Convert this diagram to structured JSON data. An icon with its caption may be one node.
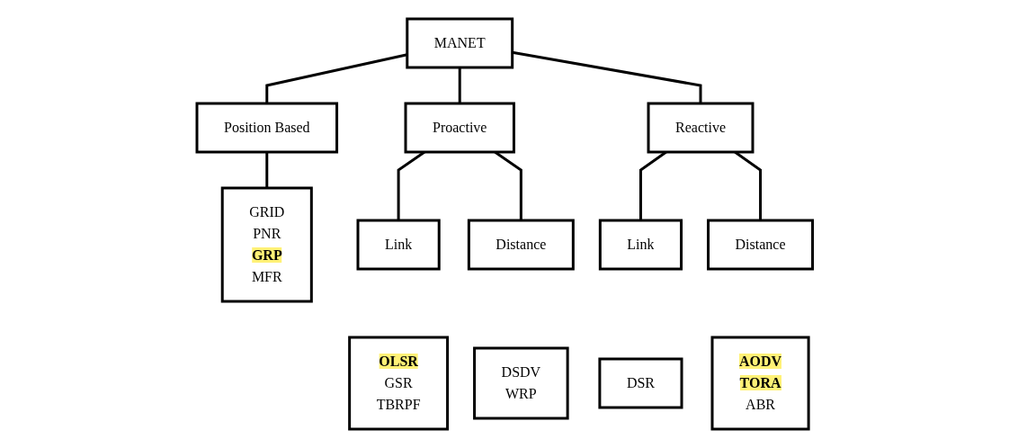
{
  "diagram": {
    "nodes": [
      {
        "text": [
          "MANET"
        ]
      },
      {
        "text": [
          "Proactive"
        ]
      },
      {
        "text": [
          "Position Based"
        ]
      },
      {
        "text": [
          "Reactive"
        ]
      },
      {
        "text": [
          "GRID",
          "PNR",
          "GRP",
          "MFR"
        ]
      },
      {
        "text": [
          "Link"
        ]
      },
      {
        "text": [
          "Distance"
        ]
      },
      {
        "text": [
          "Link"
        ]
      },
      {
        "text": [
          "Distance"
        ]
      },
      {
        "text": [
          "OLSR",
          "GSR",
          "TBRPF"
        ]
      },
      {
        "text": [
          "DSDV",
          "WRP"
        ]
      },
      {
        "text": [
          "DSR"
        ]
      },
      {
        "text": [
          "AODV",
          "TORA",
          "ABR"
        ]
      }
    ],
    "edges": [
      {
        "from": 0,
        "to": 1,
        "arrow": "none"
      },
      {
        "from": 0,
        "to": 2,
        "arrow": "none"
      },
      {
        "from": 0,
        "to": 3,
        "arrow": "none"
      },
      {
        "from": 1,
        "to": 5,
        "arrow": "none"
      },
      {
        "from": 1,
        "to": 6,
        "arrow": "none"
      },
      {
        "from": 2,
        "to": 4,
        "arrow": "none"
      },
      {
        "from": 3,
        "to": 7,
        "arrow": "none"
      },
      {
        "from": 3,
        "to": 8,
        "arrow": "none"
      }
    ]
  }
}
